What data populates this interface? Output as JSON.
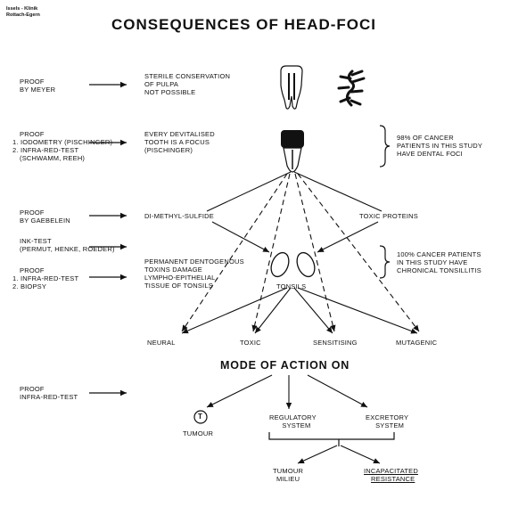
{
  "header": {
    "org_line1": "Issels - Klinik",
    "org_line2": "Rottach-Egern"
  },
  "title": "CONSEQUENCES OF HEAD-FOCI",
  "left": {
    "proof_meyer": [
      "PROOF",
      "BY MEYER"
    ],
    "proof_iodometry": [
      "PROOF",
      "1. IODOMETRY (PISCHINGER)",
      "2. INFRA-RED-TEST",
      "(SCHWAMM, REEH)"
    ],
    "proof_gaebelein": [
      "PROOF",
      "BY GAEBELEIN"
    ],
    "ink_test": [
      "INK-TEST",
      "(PERMUT, HENKE, ROEDER)"
    ],
    "proof_infrared_biopsy": [
      "PROOF",
      "1. INFRA-RED-TEST",
      "2. BIOPSY"
    ],
    "proof_infrared": [
      "PROOF",
      "INFRA-RED-TEST"
    ]
  },
  "middle": {
    "sterile": [
      "STERILE CONSERVATION",
      "OF PULPA",
      "NOT POSSIBLE"
    ],
    "devitalised": [
      "EVERY DEVITALISED",
      "TOOTH IS A FOCUS",
      "(PISCHINGER)"
    ],
    "di_methyl": "DI-METHYL-SULFIDE",
    "toxic_proteins": "TOXIC PROTEINS",
    "dentogenous": [
      "PERMANENT DENTOGENOUS",
      "TOXINS DAMAGE",
      "LYMPHO-EPITHELIAL",
      "TISSUE OF TONSILS"
    ],
    "tonsils": "TONSILS"
  },
  "right": {
    "cancer_dental": [
      "98% OF CANCER",
      "PATIENTS IN THIS STUDY",
      "HAVE DENTAL FOCI"
    ],
    "cancer_tonsil": [
      "100% CANCER PATIENTS",
      "IN THIS STUDY HAVE",
      "CHRONICAL TONSILLITIS"
    ]
  },
  "outcomes": {
    "neural": "NEURAL",
    "toxic": "TOXIC",
    "sensitising": "SENSITISING",
    "mutagenic": "MUTAGENIC"
  },
  "mode_title": "MODE OF ACTION ON",
  "action": {
    "tumour_symbol": "T",
    "tumour": "TUMOUR",
    "regulatory": [
      "REGULATORY",
      "SYSTEM"
    ],
    "excretory": [
      "EXCRETORY",
      "SYSTEM"
    ],
    "tumour_milieu": [
      "TUMOUR",
      "MILIEU"
    ],
    "incapacitated": [
      "INCAPACITATED",
      "RESISTANCE"
    ]
  },
  "colors": {
    "ink": "#111111",
    "background": "#ffffff"
  }
}
